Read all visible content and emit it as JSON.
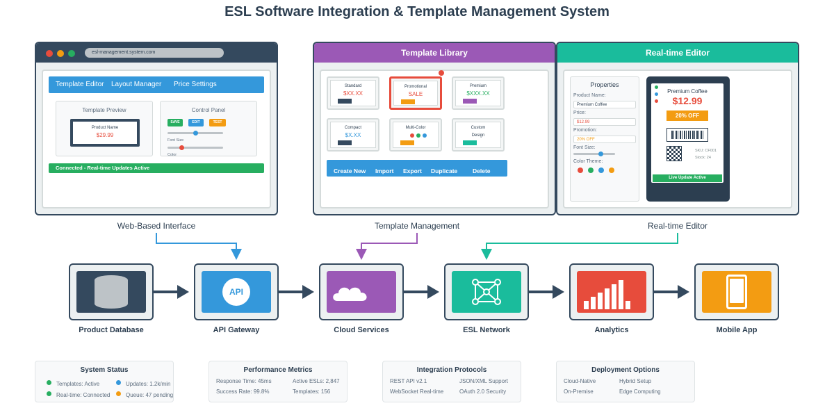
{
  "title": "ESL Software Integration & Template Management System",
  "web_interface": {
    "url": "esl-management.system.com",
    "tabs": [
      "Template Editor",
      "Layout Manager",
      "Price Settings"
    ],
    "preview_title": "Template Preview",
    "preview_product": "Product Name",
    "preview_price": "$29.99",
    "control_title": "Control Panel",
    "buttons": [
      "SAVE",
      "EDIT",
      "TEST"
    ],
    "font_size_label": "Font Size",
    "color_label": "Color",
    "status": "Connected - Real-time Updates Active",
    "caption": "Web-Based Interface",
    "accent": "#3498db"
  },
  "template_library": {
    "title": "Template Library",
    "tiles": [
      {
        "name": "Standard",
        "price": "$XX.XX",
        "color": "#34495e"
      },
      {
        "name": "Promotional",
        "price": "SALE",
        "color": "#f39c12"
      },
      {
        "name": "Premium",
        "price": "$XXX.XX",
        "color": "#9b59b6"
      },
      {
        "name": "Compact",
        "price": "$X.XX",
        "color": "#34495e"
      },
      {
        "name": "Multi-Color",
        "price": "",
        "color": "#f39c12"
      },
      {
        "name": "Custom",
        "price": "Design",
        "color": "#1abc9c"
      }
    ],
    "actions": [
      "Create New",
      "Import",
      "Export",
      "Duplicate",
      "Delete"
    ],
    "caption": "Template Management",
    "accent": "#9b59b6"
  },
  "realtime_editor": {
    "title": "Real-time Editor",
    "properties_title": "Properties",
    "product_name_label": "Product Name:",
    "product_name_value": "Premium Coffee",
    "price_label": "Price:",
    "price_value": "$12.99",
    "promotion_label": "Promotion:",
    "promotion_value": "20% OFF",
    "font_size_label": "Font Size:",
    "color_theme_label": "Color Theme:",
    "tag_product": "Premium Coffee",
    "tag_price": "$12.99",
    "tag_promo": "20% OFF",
    "tag_sku": "SKU: CF001",
    "tag_stock": "Stock: 24",
    "tag_status": "Live Update Active",
    "caption": "Real-time Editor",
    "accent": "#1abc9c"
  },
  "flow": {
    "nodes": [
      {
        "label": "Product Database",
        "color": "#34495e"
      },
      {
        "label": "API Gateway",
        "color": "#3498db",
        "icon_text": "API"
      },
      {
        "label": "Cloud Services",
        "color": "#9b59b6"
      },
      {
        "label": "ESL Network",
        "color": "#1abc9c"
      },
      {
        "label": "Analytics",
        "color": "#e74c3c"
      },
      {
        "label": "Mobile App",
        "color": "#f39c12"
      }
    ]
  },
  "cards": {
    "system_status": {
      "title": "System Status",
      "items": [
        "Templates: Active",
        "Updates: 1.2k/min",
        "Real-time: Connected",
        "Queue: 47 pending"
      ]
    },
    "performance": {
      "title": "Performance Metrics",
      "items": [
        "Response Time: 45ms",
        "Active ESLs: 2,847",
        "Success Rate: 99.8%",
        "Templates: 156"
      ]
    },
    "protocols": {
      "title": "Integration Protocols",
      "items": [
        "REST API v2.1",
        "JSON/XML Support",
        "WebSocket Real-time",
        "OAuth 2.0 Security"
      ]
    },
    "deployment": {
      "title": "Deployment Options",
      "items": [
        "Cloud-Native",
        "Hybrid Setup",
        "On-Premise",
        "Edge Computing"
      ]
    }
  }
}
